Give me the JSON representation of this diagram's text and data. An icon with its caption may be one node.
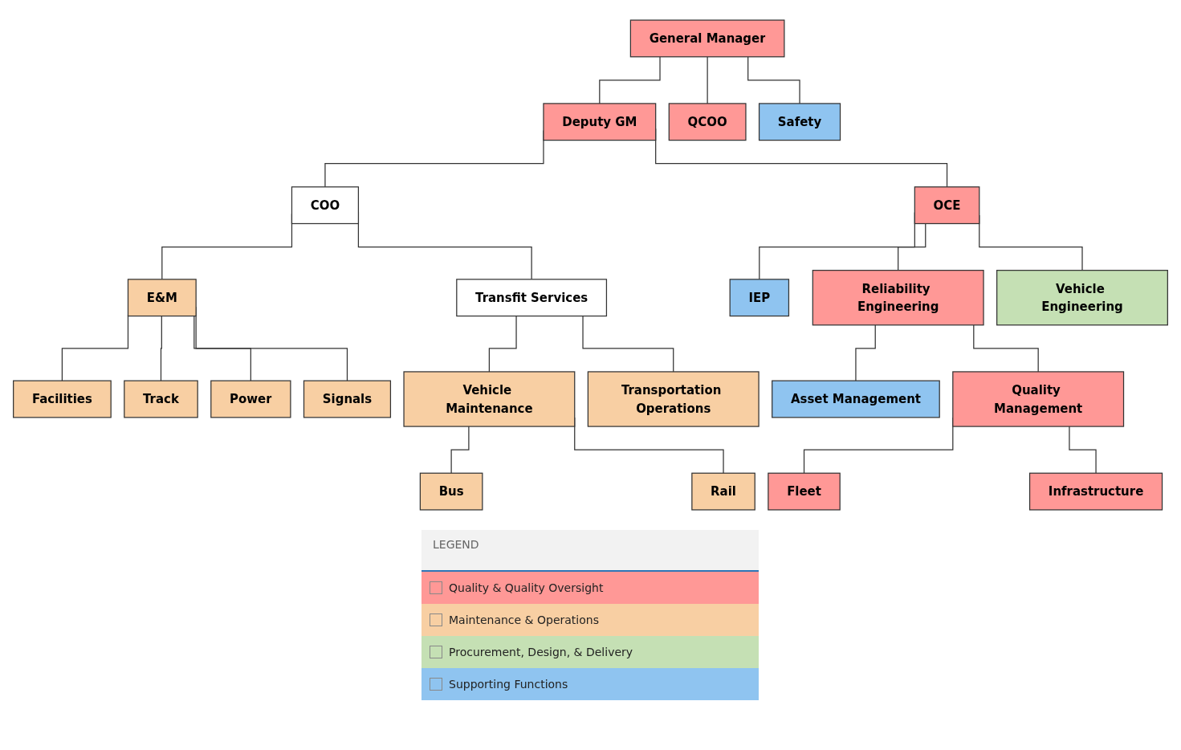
{
  "diagram": {
    "nodes": [
      {
        "text": [
          "General Manager"
        ]
      },
      {
        "text": [
          "Deputy GM"
        ]
      },
      {
        "text": [
          "QCOO"
        ]
      },
      {
        "text": [
          "Safety"
        ]
      },
      {
        "text": [
          "COO"
        ]
      },
      {
        "text": [
          "OCE"
        ]
      },
      {
        "text": [
          "E&M"
        ]
      },
      {
        "text": [
          "Transfit Services"
        ]
      },
      {
        "text": [
          "IEP"
        ]
      },
      {
        "text": [
          "Reliability Engineering"
        ]
      },
      {
        "text": [
          "Vehicle Engineering"
        ]
      },
      {
        "text": [
          "Facilities"
        ]
      },
      {
        "text": [
          "Track"
        ]
      },
      {
        "text": [
          "Power"
        ]
      },
      {
        "text": [
          "Signals"
        ]
      },
      {
        "text": [
          "Vehicle Maintenance"
        ]
      },
      {
        "text": [
          "Transportation Operations"
        ]
      },
      {
        "text": [
          "Asset Management"
        ]
      },
      {
        "text": [
          "Quality Management"
        ]
      },
      {
        "text": [
          "Bus"
        ]
      },
      {
        "text": [
          "Rail"
        ]
      },
      {
        "text": [
          "Fleet"
        ]
      },
      {
        "text": [
          "Infrastructure"
        ]
      }
    ],
    "edges": [
      {
        "from": 0,
        "to": 1,
        "arrow": "none"
      },
      {
        "from": 0,
        "to": 2,
        "arrow": "none"
      },
      {
        "from": 0,
        "to": 3,
        "arrow": "none"
      },
      {
        "from": 1,
        "to": 4,
        "arrow": "none"
      },
      {
        "from": 1,
        "to": 5,
        "arrow": "none"
      },
      {
        "from": 4,
        "to": 6,
        "arrow": "none"
      },
      {
        "from": 4,
        "to": 7,
        "arrow": "none"
      },
      {
        "from": 5,
        "to": 8,
        "arrow": "none"
      },
      {
        "from": 5,
        "to": 9,
        "arrow": "none"
      },
      {
        "from": 5,
        "to": 10,
        "arrow": "none"
      },
      {
        "from": 6,
        "to": 11,
        "arrow": "none"
      },
      {
        "from": 6,
        "to": 12,
        "arrow": "none"
      },
      {
        "from": 6,
        "to": 13,
        "arrow": "none"
      },
      {
        "from": 6,
        "to": 14,
        "arrow": "none"
      },
      {
        "from": 7,
        "to": 15,
        "arrow": "none"
      },
      {
        "from": 7,
        "to": 16,
        "arrow": "none"
      },
      {
        "from": 9,
        "to": 17,
        "arrow": "none"
      },
      {
        "from": 9,
        "to": 18,
        "arrow": "none"
      },
      {
        "from": 15,
        "to": 19,
        "arrow": "none"
      },
      {
        "from": 15,
        "to": 20,
        "arrow": "none"
      },
      {
        "from": 18,
        "to": 21,
        "arrow": "none"
      },
      {
        "from": 18,
        "to": 22,
        "arrow": "none"
      }
    ],
    "labels": [
      "LEGEND"
    ],
    "legend": [
      {
        "text": "Quality & Quality Oversight",
        "color": "#ff9896"
      },
      {
        "text": "Maintenance & Operations",
        "color": "#f8cfa3"
      },
      {
        "text": "Procurement, Design, & Delivery",
        "color": "#c5e0b4"
      },
      {
        "text": "Supporting Functions",
        "color": "#8fc4f0"
      }
    ]
  }
}
